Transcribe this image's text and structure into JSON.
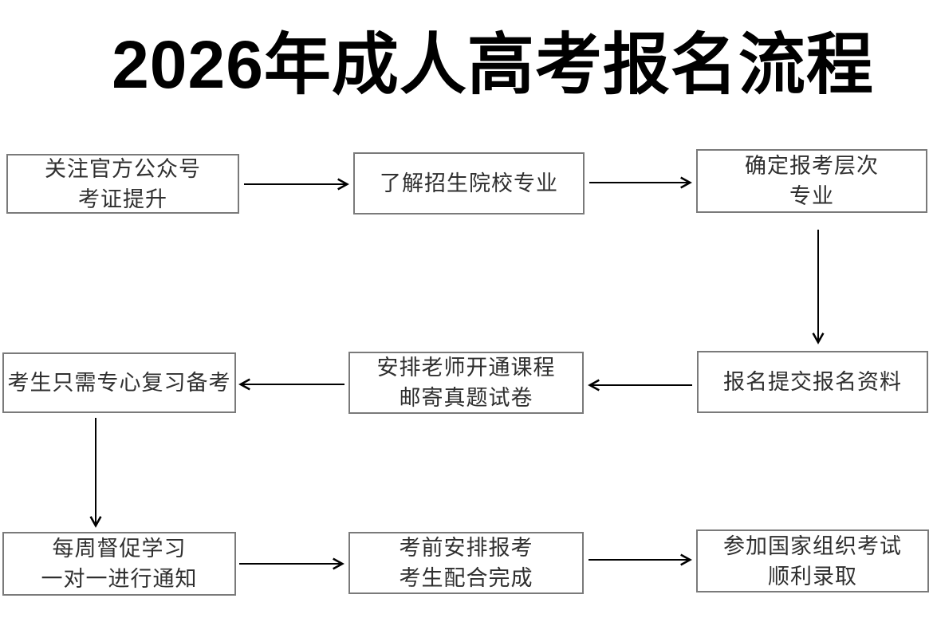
{
  "title": "2026年成人高考报名流程",
  "colors": {
    "background": "#ffffff",
    "title_text": "#000000",
    "box_border": "#7a7a7a",
    "box_text": "#2f2f2f",
    "arrow": "#000000"
  },
  "nodes": [
    {
      "id": "step-1",
      "lines": [
        "关注官方公众号",
        "考证提升"
      ]
    },
    {
      "id": "step-2",
      "lines": [
        "了解招生院校专业"
      ]
    },
    {
      "id": "step-3",
      "lines": [
        "确定报考层次",
        "专业"
      ]
    },
    {
      "id": "step-4",
      "lines": [
        "考生只需专心复习备考"
      ]
    },
    {
      "id": "step-5",
      "lines": [
        "安排老师开通课程",
        "邮寄真题试卷"
      ]
    },
    {
      "id": "step-6",
      "lines": [
        "报名提交报名资料"
      ]
    },
    {
      "id": "step-7",
      "lines": [
        "每周督促学习",
        "一对一进行通知"
      ]
    },
    {
      "id": "step-8",
      "lines": [
        "考前安排报考",
        "考生配合完成"
      ]
    },
    {
      "id": "step-9",
      "lines": [
        "参加国家组织考试",
        "顺利录取"
      ]
    }
  ],
  "edges": [
    {
      "from": "step-1",
      "to": "step-2",
      "direction": "right"
    },
    {
      "from": "step-2",
      "to": "step-3",
      "direction": "right"
    },
    {
      "from": "step-3",
      "to": "step-6",
      "direction": "down"
    },
    {
      "from": "step-6",
      "to": "step-5",
      "direction": "left"
    },
    {
      "from": "step-5",
      "to": "step-4",
      "direction": "left"
    },
    {
      "from": "step-4",
      "to": "step-7",
      "direction": "down"
    },
    {
      "from": "step-7",
      "to": "step-8",
      "direction": "right"
    },
    {
      "from": "step-8",
      "to": "step-9",
      "direction": "right"
    }
  ]
}
